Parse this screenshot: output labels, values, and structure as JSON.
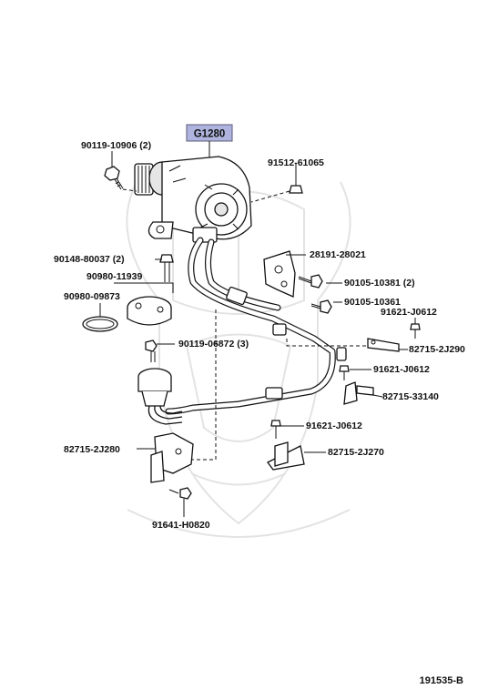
{
  "diagram": {
    "highlight_part": "G1280",
    "colors": {
      "highlight_fill": "#aeb4dd",
      "highlight_border": "#5a5a7a",
      "ink": "#111111",
      "watermark": "#e3e3e3"
    },
    "labels": [
      "90119-10906 (2)",
      "91512-61065",
      "28191-28021",
      "90148-80037 (2)",
      "90105-10381 (2)",
      "90980-11939",
      "90105-10361",
      "90980-09873",
      "91621-J0612",
      "90119-06872 (3)",
      "82715-2J290",
      "91621-J0612",
      "82715-33140",
      "91621-J0612",
      "82715-2J280",
      "82715-2J270",
      "91641-H0820"
    ],
    "reference_number": "191535-B"
  }
}
